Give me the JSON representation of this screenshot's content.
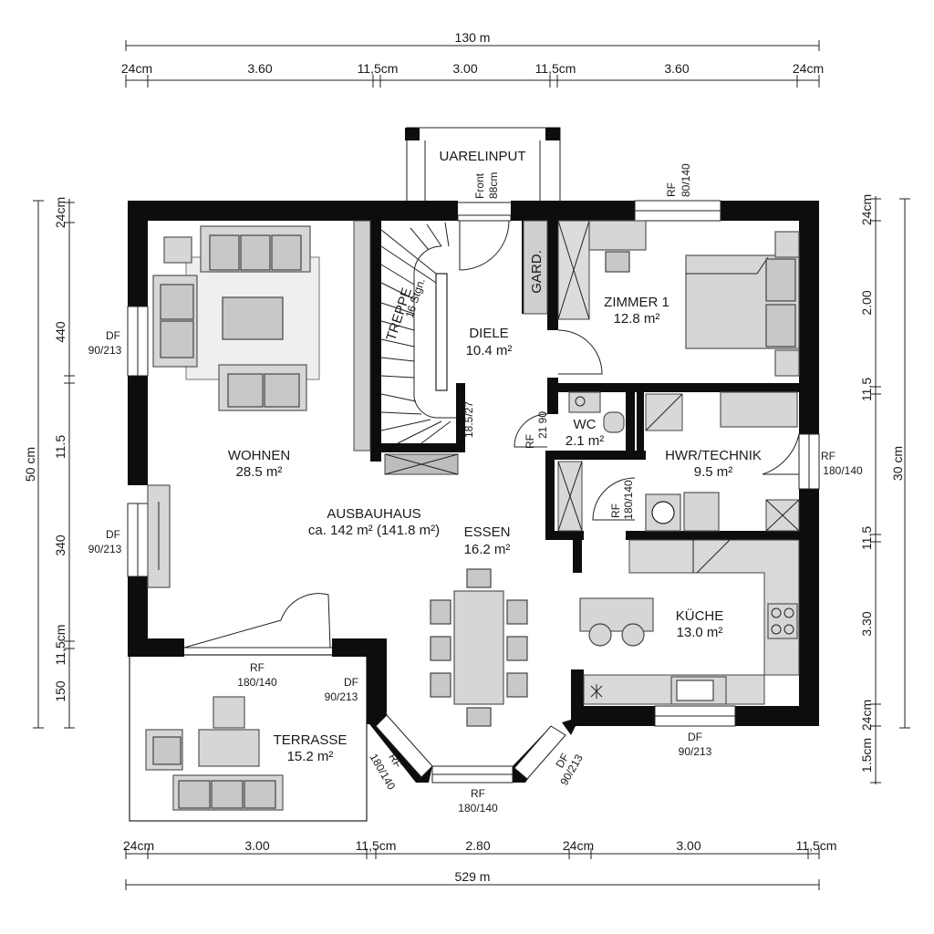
{
  "dimensions": {
    "top_total": "130 m",
    "top": [
      "24cm",
      "3.60",
      "11,5cm",
      "3.00",
      "11,5cm",
      "3.60",
      "24cm"
    ],
    "bottom_total": "529 m",
    "bottom": [
      "24cm",
      "3.00",
      "11,5cm",
      "2.80",
      "24cm",
      "3.00",
      "11,5cm"
    ],
    "left_total": "50 cm",
    "left": [
      "24cm",
      "440",
      "11.5",
      "340",
      "11,5cm",
      "150"
    ],
    "right_total": "30 cm",
    "right": [
      "24cm",
      "2.00",
      "11.5",
      "11.5",
      "3.30",
      "24cm",
      "1.5cm"
    ]
  },
  "rooms": {
    "entrance": "UARELINPUT",
    "wohnen": {
      "name": "WOHNEN",
      "area": "28.5 m²"
    },
    "treppe": {
      "name": "TREPPE",
      "sub": "16 Stgn."
    },
    "stair_ratio": "18.5/27",
    "diele": {
      "name": "DIELE",
      "area": "10.4 m²"
    },
    "gard": "GARD.",
    "zimmer": {
      "name": "ZIMMER 1",
      "area": "12.8 m²"
    },
    "wc": {
      "name": "WC",
      "area": "2.1 m²"
    },
    "hwr": {
      "name": "HWR/TECHNIK",
      "area": "9.5 m²"
    },
    "ausbauhaus": {
      "name": "AUSBAUHAUS",
      "area": "ca. 142 m² (141.8 m²)"
    },
    "essen": {
      "name": "ESSEN",
      "area": "16.2 m²"
    },
    "kueche": {
      "name": "KÜCHE",
      "area": "13.0 m²"
    },
    "terrasse": {
      "name": "TERRASSE",
      "area": "15.2 m²"
    }
  },
  "openings": {
    "front": [
      "Front",
      "88cm"
    ],
    "rf_top": [
      "RF",
      "80/140"
    ],
    "df_left_top": [
      "DF",
      "90/213"
    ],
    "df_left_mid": [
      "DF",
      "90/213"
    ],
    "rf_right": [
      "RF",
      "180/140"
    ],
    "wc_door": [
      "RF",
      "21 90"
    ],
    "hwr_door": [
      "RF",
      "180/140"
    ],
    "rf_terrace": [
      "RF",
      "180/140"
    ],
    "df_terrace": [
      "DF",
      "90/213"
    ],
    "rf_bay_left": [
      "RF",
      "180/140"
    ],
    "rf_bay_center": [
      "RF",
      "180/140"
    ],
    "df_bay_right": [
      "DF",
      "90/213"
    ],
    "df_kitchen": [
      "DF",
      "90/213"
    ]
  }
}
